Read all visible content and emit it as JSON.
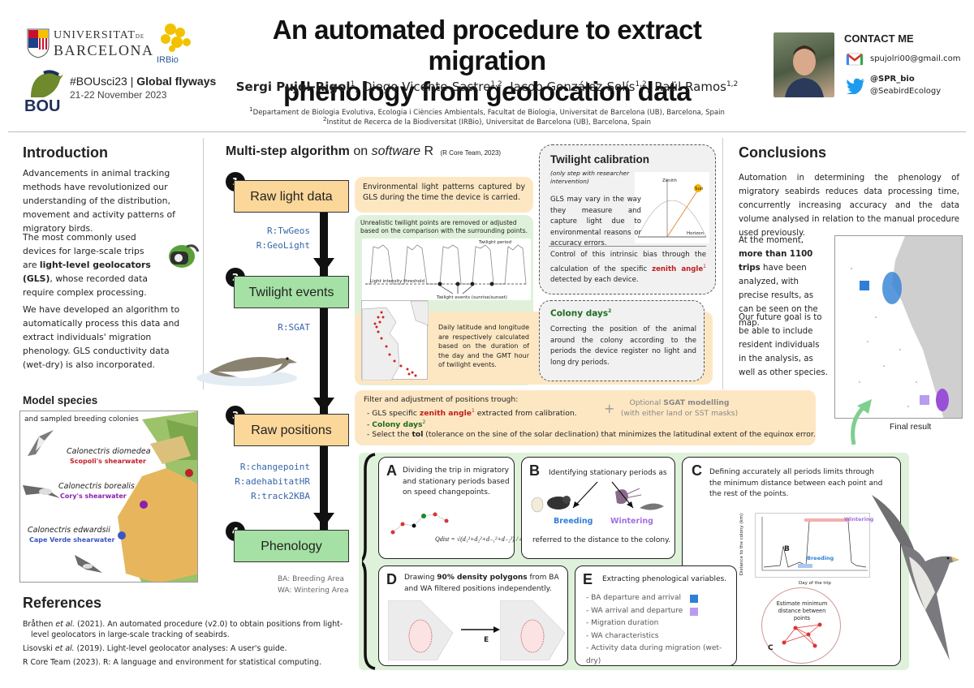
{
  "header": {
    "university_line1": "UNIVERSITAT",
    "university_de": "DE",
    "university_line2": "BARCELONA",
    "irbio": "IRBio",
    "conference_tag": "#BOUsci23",
    "conference_sep": "|",
    "conference_theme": "Global flyways",
    "conference_dates": "21-22 November 2023",
    "bou": "BOU",
    "title_line1": "An automated procedure to extract migration",
    "title_line2": "phenology from geolocation data",
    "authors": [
      {
        "name": "Sergi Pujol-Rigol",
        "sup": "1",
        "sep": ", "
      },
      {
        "name": "Diego Vicente-Sastre",
        "sup": "1,2",
        "sep": ", "
      },
      {
        "name": "Jacob González-Solís",
        "sup": "1,2",
        "sep": ", "
      },
      {
        "name": "Raül Ramos",
        "sup": "1,2",
        "sep": ""
      }
    ],
    "affiliation_1_sup": "1",
    "affiliation_1": "Departament de Biologia Evolutiva, Ecologia i Ciències Ambientals, Facultat de Biologia, Universitat de Barcelona (UB), Barcelona, Spain",
    "affiliation_2_sup": "2",
    "affiliation_2": "Institut de Recerca de la Biodiversitat (IRBio), Universitat de Barcelona (UB), Barcelona, Spain"
  },
  "contact": {
    "heading": "CONTACT ME",
    "email": "spujolri00@gmail.com",
    "twitter1": "@SPR_bio",
    "twitter2": "@SeabirdEcology",
    "gmail_red": "#d93025",
    "twitter_blue": "#1d9bf0"
  },
  "intro": {
    "heading": "Introduction",
    "p1": "Advancements in animal tracking methods have revolutionized our understanding of the distribution, movement and activity patterns of migratory birds.",
    "p2_a": "The most commonly used devices for large-scale trips are ",
    "p2_b": "light-level geolocators (GLS)",
    "p2_c": ", whose recorded data require complex processing.",
    "p3": "We have developed an algorithm to automatically process this data and extract individuals' migration phenology. GLS conductivity data (wet-dry) is also incorporated."
  },
  "model_species": {
    "heading": "Model species",
    "subheading": "and sampled breeding colonies",
    "species": [
      {
        "latin": "Calonectris diomedea",
        "common": "Scopoli's shearwater",
        "color": "#c0202a"
      },
      {
        "latin": "Calonectris borealis",
        "common": "Cory's shearwater",
        "color": "#8a1fb0"
      },
      {
        "latin": "Calonectris edwardsii",
        "common": "Cape Verde shearwater",
        "color": "#3b57c4"
      }
    ]
  },
  "references": {
    "heading": "References",
    "items": [
      {
        "author": "Bråthen ",
        "etal": "et al.",
        "rest": " (2021). An automated procedure (v2.0) to obtain positions from light-level geolocators in large-scale tracking of seabirds."
      },
      {
        "author": "Lisovski ",
        "etal": "et al.",
        "rest": " (2019). Light-level geolocator analyses: A user's guide."
      },
      {
        "author": "R Core Team (2023). R: A language and environment for statistical computing.",
        "etal": "",
        "rest": ""
      }
    ]
  },
  "algorithm": {
    "heading_a": "Multi-step algorithm",
    "heading_b": " on ",
    "heading_c": "software",
    "heading_d": " R",
    "heading_cite": "(R Core Team, 2023)",
    "steps": [
      {
        "num": "1",
        "label": "Raw light data"
      },
      {
        "num": "2",
        "label": "Twilight events"
      },
      {
        "num": "3",
        "label": "Raw positions"
      },
      {
        "num": "4",
        "label": "Phenology"
      }
    ],
    "pkgs_1": [
      "R:TwGeos",
      "R:GeoLight"
    ],
    "pkgs_2": [
      "R:SGAT"
    ],
    "pkgs_3": [
      "R:changepoint",
      "R:adehabitatHR",
      "R:track2KBA"
    ],
    "box1": "Environmental light patterns captured by GLS during the time the device is carried.",
    "box2": "Unrealistic twilight points are removed or adjusted based on the comparison with the surrounding points.",
    "twilight_period": "Twilight period",
    "light_threshold": "Light intensity threshold",
    "twilight_events": "Twilight events (sunrise/sunset)",
    "box2b": "Daily latitude and longitude are respectively calculated based on the duration of the day and the GMT hour of twilight events.",
    "box3_intro": "Filter and adjustment of positions trough:",
    "box3_b1a": "- GLS specific ",
    "box3_b1b": "zenith angle",
    "box3_b1sup": "1",
    "box3_b1c": " extracted from calibration.",
    "box3_b2a": "- ",
    "box3_b2b": "Colony days",
    "box3_b2sup": "2",
    "box3_b3a": "- Select the ",
    "box3_b3b": "tol",
    "box3_b3c": " (tolerance on the sine of the solar declination) that minimizes the latitudinal extent of the equinox error.",
    "box3_plus": "+",
    "box3_opt_a": "Optional ",
    "box3_opt_b": "SGAT modelling",
    "box3_opt_c": "(with either land or SST masks)",
    "ba": "BA: Breeding Area",
    "wa": "WA: Wintering Area"
  },
  "calibration": {
    "heading": "Twilight calibration",
    "note": "(only step with researcher intervention)",
    "p1": "GLS may vary in the way they measure and capture light due to environmental reasons or accuracy errors.",
    "p2a": "Control of this intrinsic bias through the calculation of the specific ",
    "p2b": "zenith angle",
    "p2sup": "1",
    "p2c": " detected by each device.",
    "zenith": "Zenith",
    "sun": "Sun",
    "horizon": "Horizon",
    "colony_heading": "Colony days",
    "colony_sup": "2",
    "colony_p": "Correcting the position of the animal around the colony according to the periods the device register no light and long dry periods."
  },
  "panels": {
    "A_label": "A",
    "A_text": "Dividing the trip in migratory and stationary periods based on speed changepoints.",
    "A_formula": "Qdist",
    "B_label": "B",
    "B_text1": "Identifying stationary periods as",
    "B_breeding": "Breeding",
    "B_wintering": "Wintering",
    "B_text2": "referred to the distance to the colony.",
    "C_label": "C",
    "C_text": "Defining accurately all periods limits through the minimum distance between each point and the rest of the points.",
    "C_wintering": "Wintering",
    "C_breeding": "Breeding",
    "C_b": "B",
    "C_ylabel": "Distance to the colony (km)",
    "C_xlabel": "Day of the trip",
    "C_est": "Estimate minimum distance between points",
    "C_c": "C",
    "D_label": "D",
    "D_text_a": "Drawing ",
    "D_text_b": "90% density polygons",
    "D_text_c": " from BA and WA filtered positions independently.",
    "D_e": "E",
    "E_label": "E",
    "E_text": "Extracting phenological variables.",
    "E_items": [
      {
        "text": "- BA departure and arrival",
        "color": "#2f7fd6"
      },
      {
        "text": "- WA arrival and departure",
        "color": "#b79cf0"
      },
      {
        "text": "- Migration duration",
        "color": ""
      },
      {
        "text": "- WA characteristics",
        "color": ""
      },
      {
        "text": "- Activity data during migration (wet-dry)",
        "color": ""
      }
    ]
  },
  "conclusions": {
    "heading": "Conclusions",
    "p1": "Automation in determining the phenology of migratory seabirds reduces data processing time, concurrently increasing accuracy and the data volume analysed in relation to the manual procedure used previously.",
    "p2a": "At the moment, ",
    "p2b": "more than 1100 trips",
    "p2c": " have been analyzed, with precise results, as can be seen on the map.",
    "p3": "Our future goal is to be able to include resident individuals in the analysis, as well as other species.",
    "final": "Final result"
  }
}
